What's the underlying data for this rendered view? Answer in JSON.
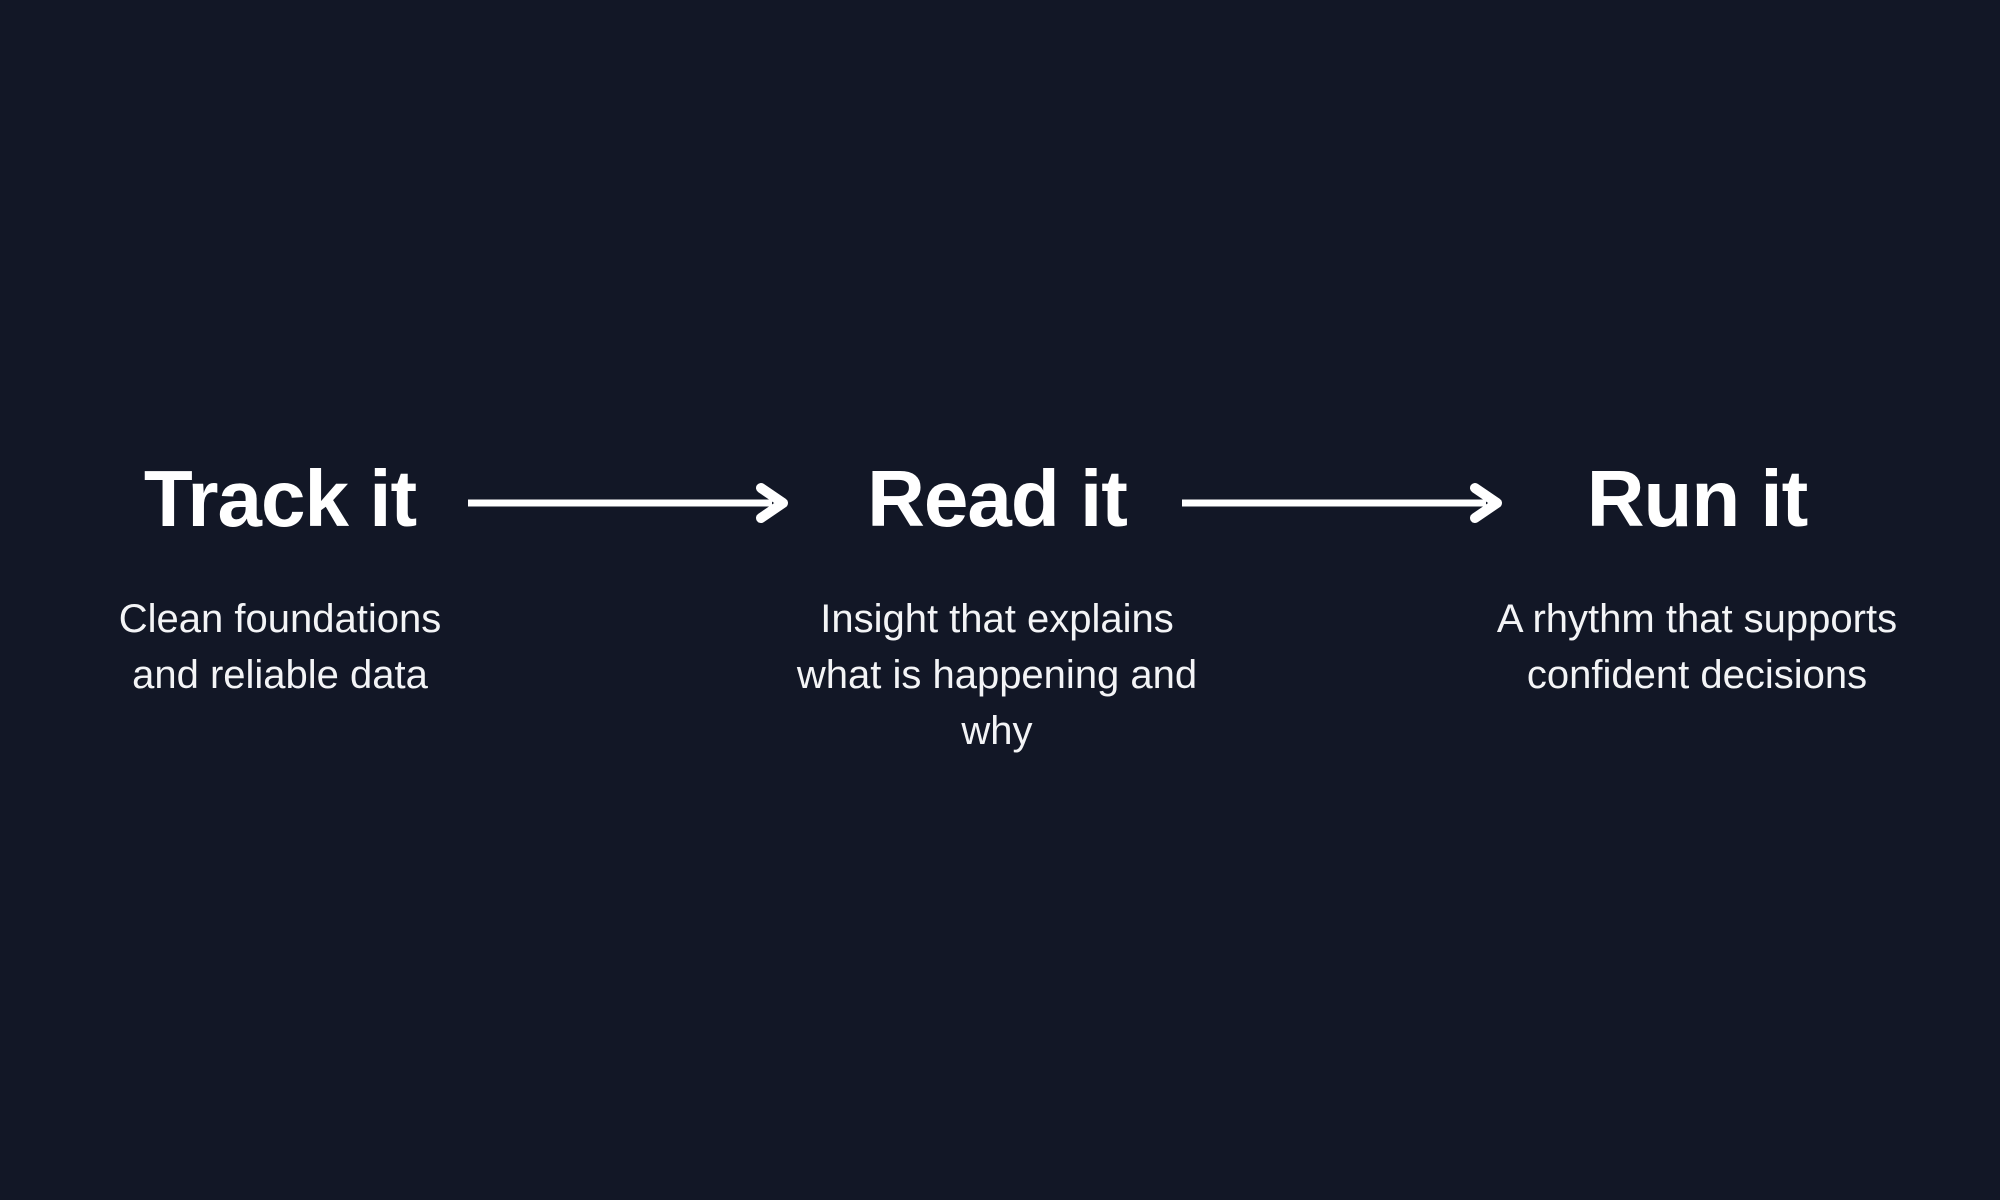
{
  "slide": {
    "background": "#121726",
    "title_color": "#ffffff",
    "description_color": "#f3f4f6",
    "arrow_color": "#ffffff",
    "steps": [
      {
        "title": "Track it",
        "description": "Clean foundations\nand reliable data"
      },
      {
        "title": "Read it",
        "description": "Insight that explains\nwhat is happening and\nwhy"
      },
      {
        "title": "Run it",
        "description": "A rhythm that supports\nconfident decisions"
      }
    ]
  }
}
